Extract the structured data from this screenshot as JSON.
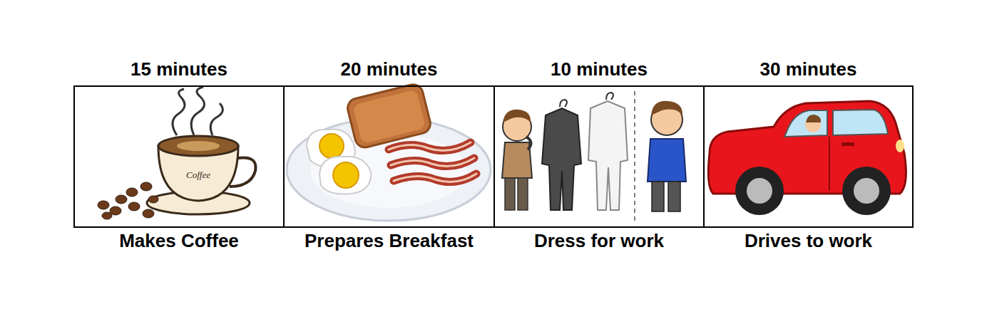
{
  "diagram": {
    "nodes": [
      {
        "text": [
          "15 minutes",
          "Makes Coffee"
        ]
      },
      {
        "text": [
          "20 minutes",
          "Prepares Breakfast"
        ]
      },
      {
        "text": [
          "10 minutes",
          "Dress for work"
        ]
      },
      {
        "text": [
          "30 minutes",
          "Drives to work"
        ]
      }
    ]
  }
}
